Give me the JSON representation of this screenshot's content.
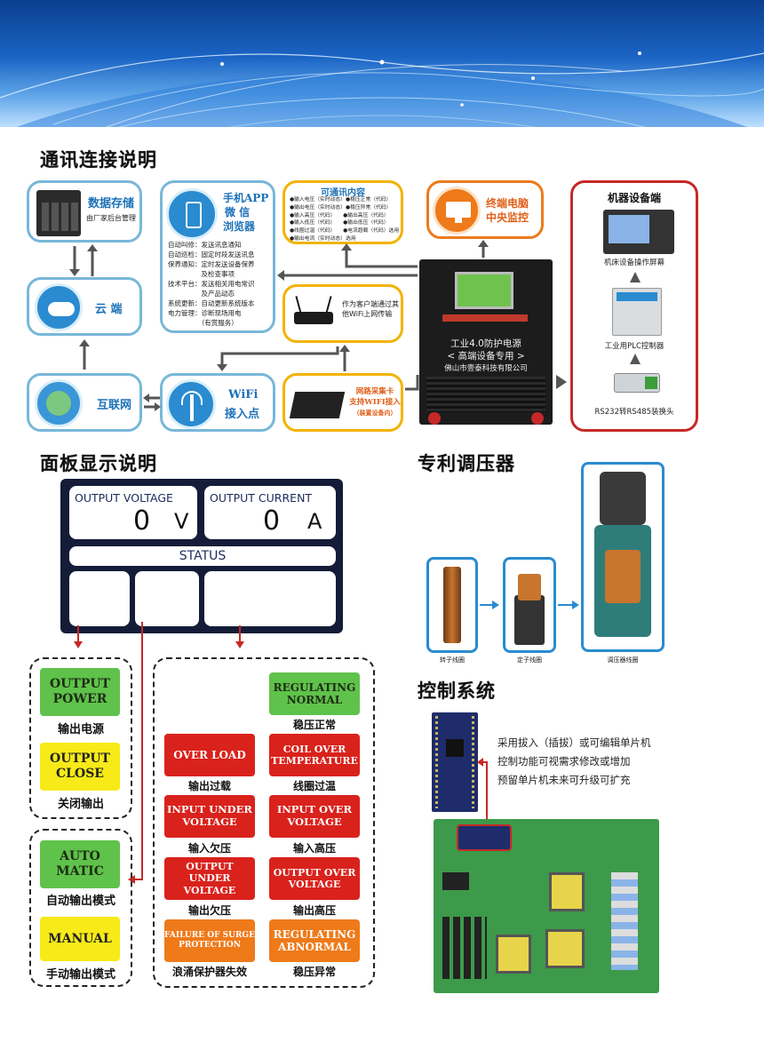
{
  "sections": {
    "comm": "通讯连接说明",
    "panel": "面板显示说明",
    "regulator": "专利调压器",
    "control": "控制系统"
  },
  "comm": {
    "storage": {
      "title": "数据存储",
      "sub": "由厂家后台管理"
    },
    "cloud": {
      "title": "云  端"
    },
    "internet": {
      "title": "互联网"
    },
    "app": {
      "title1": "手机APP",
      "title2": "微  信",
      "title3": "浏览器",
      "lines": [
        "自动叫修：发送讯息通知",
        "自动巡检：固定时段发送讯息",
        "保养通知：定时发送设备保养",
        "　　　　　及检查事项",
        "技术平台：发送相关用电常识",
        "　　　　　及产品动态",
        "系统更新：自动更新系统版本",
        "电力管理：诊断现场用电",
        "　　　　　（有赏服务）"
      ]
    },
    "wifi": {
      "title1": "WiFi",
      "title2": "接入点"
    },
    "content": {
      "title": "可通讯内容",
      "lines": [
        "●输入电压（实时动态）●稳压正常（代码）",
        "●输出电压（实时动态）●稳压异常（代码）",
        "●输入高压（代码）　　●输出高压（代码）",
        "●输入低压（代码）　　●输出低压（代码）",
        "●线圈过温（代码）　　●电流超载（代码）选用",
        "●输出电流（实时动态）选用"
      ]
    },
    "router": {
      "desc": "作为客户端通过其他WiFi上网传输"
    },
    "card": {
      "line1": "网路采集卡",
      "line2": "支持WIFI接入",
      "line3": "（装置设备内）"
    },
    "terminal": {
      "line1": "终端电脑",
      "line2": "中央监控"
    },
    "machine": {
      "title": "机器设备端",
      "item1": "机床设备操作屏幕",
      "item2": "工业用PLC控制器",
      "item3": "RS232转RS485装换头"
    },
    "device": {
      "line1": "工业4.0防护电源",
      "line2": "< 高端设备专用 >",
      "line3": "佛山市壹泰科技有限公司"
    }
  },
  "panel": {
    "volt_label": "OUTPUT VOLTAGE",
    "volt_value": "0",
    "volt_unit": "V",
    "curr_label": "OUTPUT CURRENT",
    "curr_value": "0",
    "curr_unit": "A",
    "status": "STATUS"
  },
  "indicators": {
    "output_power": {
      "label": "OUTPUT POWER",
      "cap": "输出电源"
    },
    "output_close": {
      "label": "OUTPUT CLOSE",
      "cap": "关闭输出"
    },
    "automatic": {
      "label": "AUTO MATIC",
      "cap": "自动输出模式"
    },
    "manual": {
      "label": "MANUAL",
      "cap": "手动输出模式"
    },
    "reg_normal": {
      "label": "REGULATING NORMAL",
      "cap": "稳压正常"
    },
    "over_load": {
      "label": "OVER LOAD",
      "cap": "输出过载"
    },
    "coil_over": {
      "label": "COIL OVER TEMPERATURE",
      "cap": "线圈过温"
    },
    "input_under": {
      "label": "INPUT UNDER VOLTAGE",
      "cap": "输入欠压"
    },
    "input_over": {
      "label": "INPUT OVER VOLTAGE",
      "cap": "输入高压"
    },
    "output_under": {
      "label": "OUTPUT UNDER VOLTAGE",
      "cap": "输出欠压"
    },
    "output_over": {
      "label": "OUTPUT OVER VOLTAGE",
      "cap": "输出高压"
    },
    "surge": {
      "label": "FAILURE OF SURGE PROTECTION",
      "cap": "浪涌保护器失效"
    },
    "reg_abnormal": {
      "label": "REGULATING ABNORMAL",
      "cap": "稳压异常"
    }
  },
  "regulator": {
    "rotor": "转子线圈",
    "stator": "定子线圈",
    "coil": "调压器线圈"
  },
  "control": {
    "desc": [
      "采用拔入（插拔）或可编辑单片机",
      "控制功能可视需求修改或增加",
      "预留单片机未来可升级可扩充"
    ]
  },
  "colors": {
    "green": "#5fc24a",
    "yellow": "#f7ea18",
    "red": "#d9221c",
    "orange": "#ee7a1a",
    "accent": "#2a8bd0"
  }
}
